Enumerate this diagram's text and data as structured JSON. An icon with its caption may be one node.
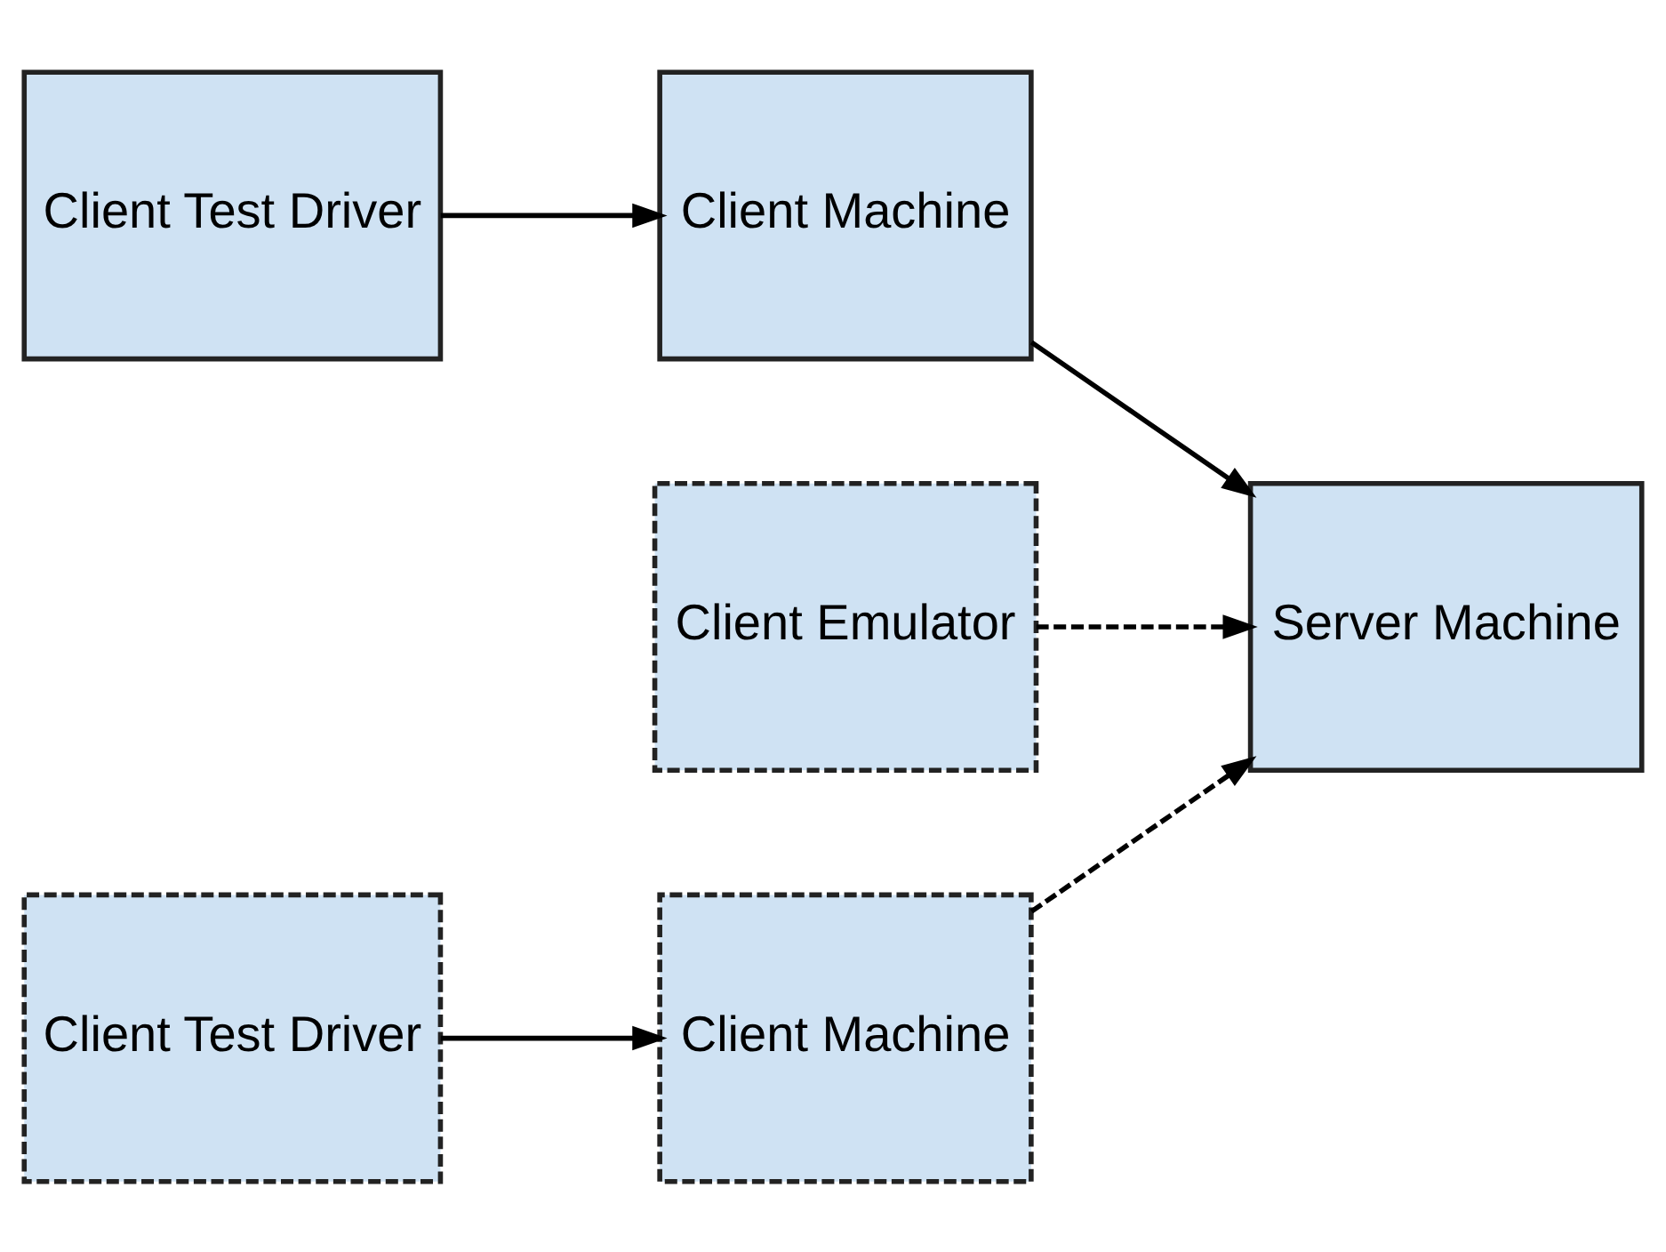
{
  "diagram": {
    "nodes": [
      {
        "text": [
          "Client Test Driver"
        ]
      },
      {
        "text": [
          "Client Machine"
        ]
      },
      {
        "text": [
          "Client Emulator"
        ]
      },
      {
        "text": [
          "Server Machine"
        ]
      },
      {
        "text": [
          "Client Test Driver"
        ]
      },
      {
        "text": [
          "Client Machine"
        ]
      }
    ],
    "edges": [
      {
        "from": 0,
        "to": 1,
        "arrow": "to"
      },
      {
        "from": 1,
        "to": 3,
        "arrow": "to"
      },
      {
        "from": 2,
        "to": 3,
        "arrow": "to",
        "style": "dashed"
      },
      {
        "from": 4,
        "to": 5,
        "arrow": "to"
      },
      {
        "from": 5,
        "to": 3,
        "arrow": "to",
        "style": "dashed"
      }
    ]
  }
}
